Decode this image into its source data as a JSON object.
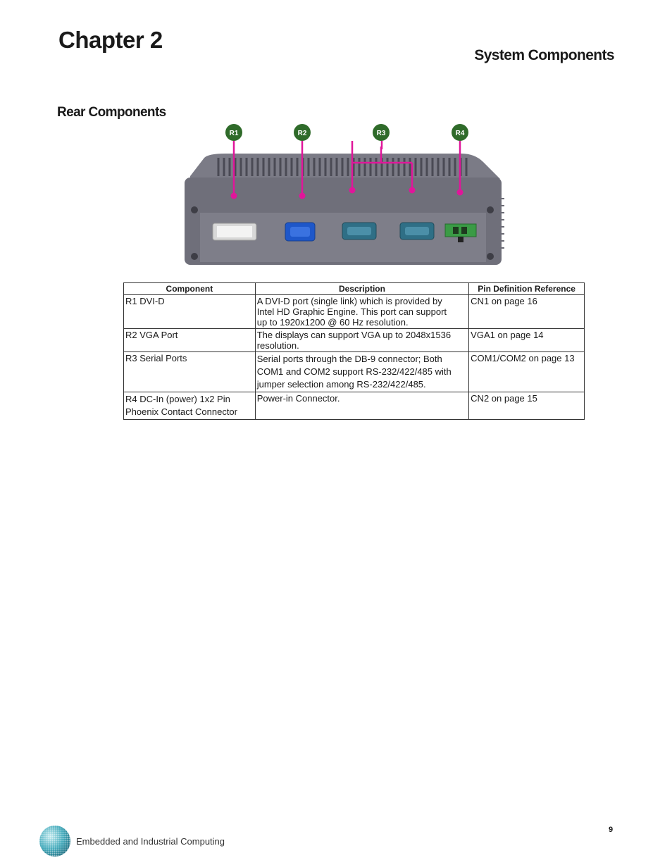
{
  "header": {
    "chapter": "Chapter 2",
    "section": "System Components"
  },
  "subsection": "Rear Components",
  "figure": {
    "callouts": [
      "R1",
      "R2",
      "R3",
      "R4"
    ],
    "callout_color": "#2f6b2a",
    "leader_color": "#e0169a"
  },
  "table": {
    "headers": [
      "Component",
      "Description",
      "Pin Definition Reference"
    ],
    "rows": [
      {
        "component": [
          "R1  DVI-D"
        ],
        "description": [
          "A DVI-D port (single link) which is provided by",
          "Intel  HD Graphic Engine.  This port can support",
          "up to 1920x1200 @ 60 Hz resolution."
        ],
        "reference": "CN1 on page 16"
      },
      {
        "component": [
          "R2  VGA Port"
        ],
        "description": [
          "The displays can support VGA up to 2048x1536",
          "resolution."
        ],
        "reference": "VGA1 on page 14"
      },
      {
        "component": [
          "R3 Serial Ports"
        ],
        "description": [
          "Serial ports through the DB-9 connector; Both",
          "COM1 and COM2 support RS-232/422/485 with",
          "jumper selection among RS-232/422/485."
        ],
        "reference": "COM1/COM2 on page 13"
      },
      {
        "component": [
          "R4 DC-In (power) 1x2 Pin",
          "Phoenix Contact Connector"
        ],
        "description": [
          "Power-in Connector."
        ],
        "reference": "CN2 on page 15"
      }
    ]
  },
  "footer": {
    "tagline": "Embedded and Industrial Computing",
    "page_number": "9"
  }
}
